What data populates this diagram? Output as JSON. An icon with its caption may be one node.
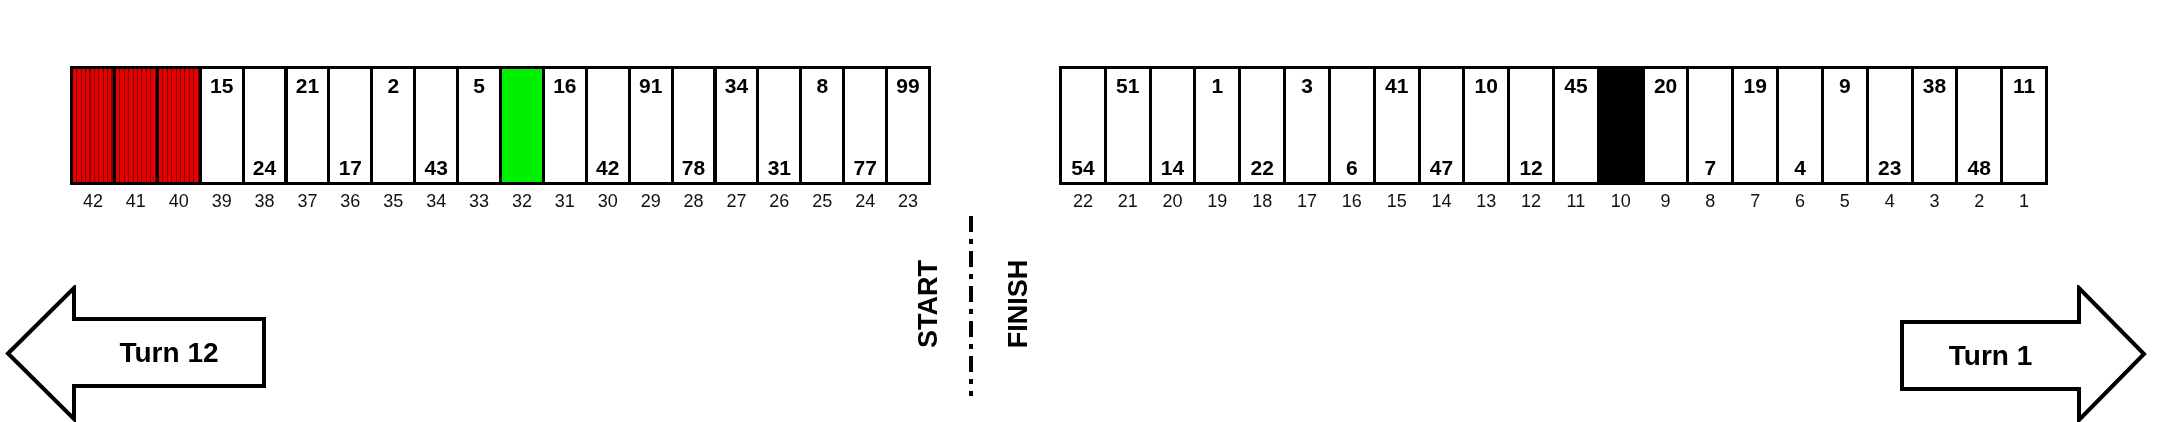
{
  "diagram": {
    "nodes": [
      {
        "text": [],
        "shape": "box",
        "beside": [
          "42"
        ]
      },
      {
        "text": [],
        "shape": "box",
        "beside": [
          "41"
        ]
      },
      {
        "text": [],
        "shape": "box",
        "beside": [
          "40"
        ]
      },
      {
        "text": [
          "15"
        ],
        "beside": [
          "39"
        ]
      },
      {
        "text": [
          "24"
        ],
        "beside": [
          "38"
        ]
      },
      {
        "text": [
          "21"
        ],
        "beside": [
          "37"
        ]
      },
      {
        "text": [
          "17"
        ],
        "beside": [
          "36"
        ]
      },
      {
        "text": [
          "2"
        ],
        "beside": [
          "35"
        ]
      },
      {
        "text": [
          "43"
        ],
        "beside": [
          "34"
        ]
      },
      {
        "text": [
          "5"
        ],
        "beside": [
          "33"
        ]
      },
      {
        "text": [],
        "shape": "box",
        "beside": [
          "32"
        ]
      },
      {
        "text": [
          "16"
        ],
        "beside": [
          "31"
        ]
      },
      {
        "text": [
          "42"
        ],
        "beside": [
          "30"
        ]
      },
      {
        "text": [
          "91"
        ],
        "beside": [
          "29"
        ]
      },
      {
        "text": [
          "78"
        ],
        "beside": [
          "28"
        ]
      },
      {
        "text": [
          "34"
        ],
        "beside": [
          "27"
        ]
      },
      {
        "text": [
          "31"
        ],
        "beside": [
          "26"
        ]
      },
      {
        "text": [
          "8"
        ],
        "beside": [
          "25"
        ]
      },
      {
        "text": [
          "77"
        ],
        "beside": [
          "24"
        ]
      },
      {
        "text": [
          "99"
        ],
        "beside": [
          "23"
        ]
      },
      {
        "text": [
          "54"
        ],
        "beside": [
          "22"
        ]
      },
      {
        "text": [
          "51"
        ],
        "beside": [
          "21"
        ]
      },
      {
        "text": [
          "14"
        ],
        "beside": [
          "20"
        ]
      },
      {
        "text": [
          "1"
        ],
        "beside": [
          "19"
        ]
      },
      {
        "text": [
          "22"
        ],
        "beside": [
          "18"
        ]
      },
      {
        "text": [
          "3"
        ],
        "beside": [
          "17"
        ]
      },
      {
        "text": [
          "6"
        ],
        "beside": [
          "16"
        ]
      },
      {
        "text": [
          "41"
        ],
        "beside": [
          "15"
        ]
      },
      {
        "text": [
          "47"
        ],
        "beside": [
          "14"
        ]
      },
      {
        "text": [
          "10"
        ],
        "beside": [
          "13"
        ]
      },
      {
        "text": [
          "12"
        ],
        "beside": [
          "12"
        ]
      },
      {
        "text": [
          "45"
        ],
        "beside": [
          "11"
        ]
      },
      {
        "text": [],
        "shape": "box",
        "beside": [
          "10"
        ]
      },
      {
        "text": [
          "20"
        ],
        "beside": [
          "9"
        ]
      },
      {
        "text": [
          "7"
        ],
        "beside": [
          "8"
        ]
      },
      {
        "text": [
          "19"
        ],
        "beside": [
          "7"
        ]
      },
      {
        "text": [
          "4"
        ],
        "beside": [
          "6"
        ]
      },
      {
        "text": [
          "9"
        ],
        "beside": [
          "5"
        ]
      },
      {
        "text": [
          "23"
        ],
        "beside": [
          "4"
        ]
      },
      {
        "text": [
          "38"
        ],
        "beside": [
          "3"
        ]
      },
      {
        "text": [
          "48"
        ],
        "beside": [
          "2"
        ]
      },
      {
        "text": [
          "11"
        ],
        "beside": [
          "1"
        ]
      },
      {
        "text": [
          "Turn 12"
        ]
      },
      {
        "text": [
          "Turn 1"
        ]
      }
    ],
    "labels": [
      "START",
      "FINISH"
    ]
  }
}
